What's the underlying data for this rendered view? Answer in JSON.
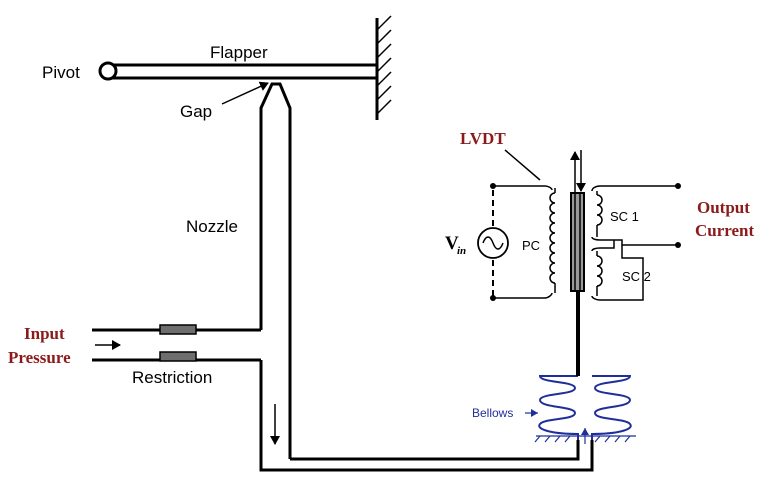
{
  "labels": {
    "pivot": "Pivot",
    "flapper": "Flapper",
    "gap": "Gap",
    "nozzle": "Nozzle",
    "input_pressure_line1": "Input",
    "input_pressure_line2": "Pressure",
    "restriction": "Restriction",
    "lvdt": "LVDT",
    "vin_main": "V",
    "vin_sub": "in",
    "pc": "PC",
    "sc1": "SC 1",
    "sc2": "SC 2",
    "output_line1": "Output",
    "output_line2": "Current",
    "bellows": "Bellows"
  },
  "colors": {
    "accent_red": "#8b1a1a",
    "bellows_blue": "#1f2f9a",
    "restriction_gray": "#6e6e6e",
    "core_gray": "#9a9a9a"
  },
  "icons": {
    "ac_source": "sine-wave-source-icon",
    "wall_hatch": "ground-hatch-icon"
  }
}
